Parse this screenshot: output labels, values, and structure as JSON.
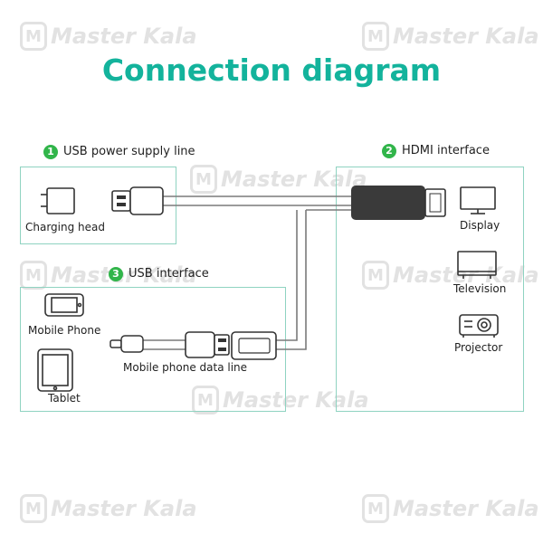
{
  "title": "Connection diagram",
  "colors": {
    "title": "#13b39c",
    "badge": "#31b54a",
    "panel_border": "#8fd3c1",
    "cable": "#7a7a7a",
    "connector_body": "#3a3a3a"
  },
  "watermark": "Master Kala",
  "sections": {
    "usb_power": {
      "number": "1",
      "label": "USB power supply line"
    },
    "hdmi": {
      "number": "2",
      "label": "HDMI interface"
    },
    "usb_interface": {
      "number": "3",
      "label": "USB interface"
    }
  },
  "labels": {
    "charging_head": "Charging head",
    "display": "Display",
    "television": "Television",
    "projector": "Projector",
    "mobile_phone": "Mobile Phone",
    "tablet": "Tablet",
    "data_line": "Mobile phone data line"
  },
  "icons": {
    "charging_head": "charger-icon",
    "display": "monitor-icon",
    "television": "tv-icon",
    "projector": "projector-icon",
    "mobile_phone": "phone-icon",
    "tablet": "tablet-icon"
  }
}
